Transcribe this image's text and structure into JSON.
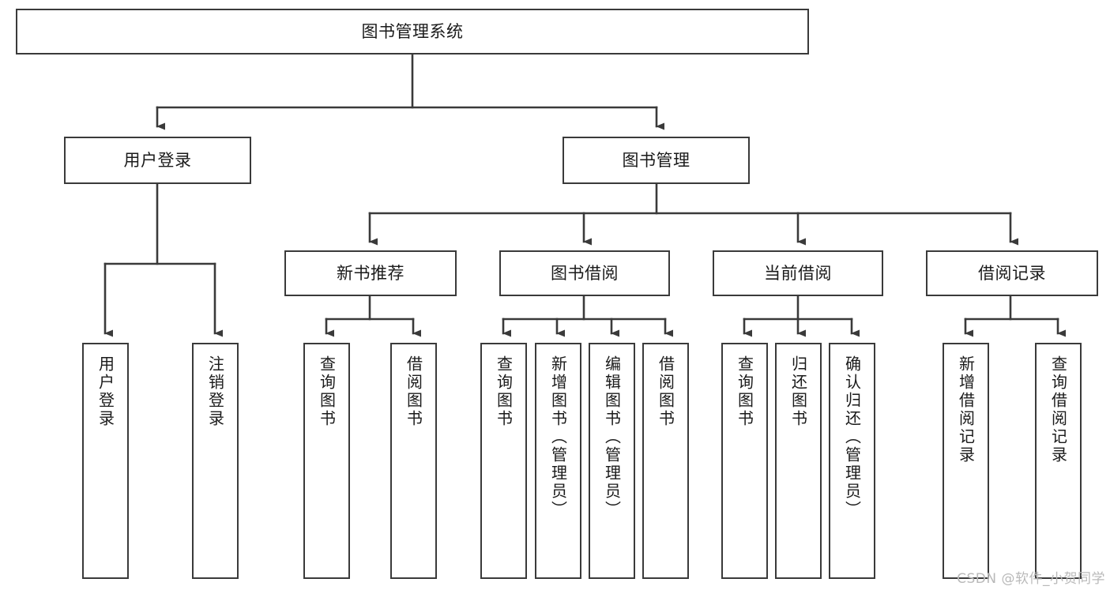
{
  "diagram": {
    "title": "图书管理系统",
    "type": "tree",
    "watermark": "CSDN @软件_小贺同学",
    "colors": {
      "box_border": "#3a3a3a",
      "box_fill": "#ffffff",
      "connector": "#3a3a3a",
      "text": "#1a1a1a",
      "watermark": "#b9b9b9",
      "background": "#ffffff"
    },
    "root": {
      "label": "图书管理系统",
      "orientation": "horizontal"
    },
    "level2": [
      {
        "label": "用户登录",
        "orientation": "horizontal"
      },
      {
        "label": "图书管理",
        "orientation": "horizontal"
      }
    ],
    "level3": [
      {
        "label": "新书推荐",
        "orientation": "horizontal",
        "parent": "图书管理"
      },
      {
        "label": "图书借阅",
        "orientation": "horizontal",
        "parent": "图书管理"
      },
      {
        "label": "当前借阅",
        "orientation": "horizontal",
        "parent": "图书管理"
      },
      {
        "label": "借阅记录",
        "orientation": "horizontal",
        "parent": "图书管理"
      }
    ],
    "leaves": {
      "user_login": [
        {
          "label": "用户登录",
          "orientation": "vertical"
        },
        {
          "label": "注销登录",
          "orientation": "vertical"
        }
      ],
      "new_book_recommend": [
        {
          "label": "查询图书",
          "orientation": "vertical"
        },
        {
          "label": "借阅图书",
          "orientation": "vertical"
        }
      ],
      "book_borrow": [
        {
          "label": "查询图书",
          "orientation": "vertical"
        },
        {
          "label": "新增图书（管理员）",
          "orientation": "vertical"
        },
        {
          "label": "编辑图书（管理员）",
          "orientation": "vertical"
        },
        {
          "label": "借阅图书",
          "orientation": "vertical"
        }
      ],
      "current_borrow": [
        {
          "label": "查询图书",
          "orientation": "vertical"
        },
        {
          "label": "归还图书",
          "orientation": "vertical"
        },
        {
          "label": "确认归还（管理员）",
          "orientation": "vertical"
        }
      ],
      "borrow_record": [
        {
          "label": "新增借阅记录",
          "orientation": "vertical"
        },
        {
          "label": "查询借阅记录",
          "orientation": "vertical"
        }
      ]
    }
  }
}
